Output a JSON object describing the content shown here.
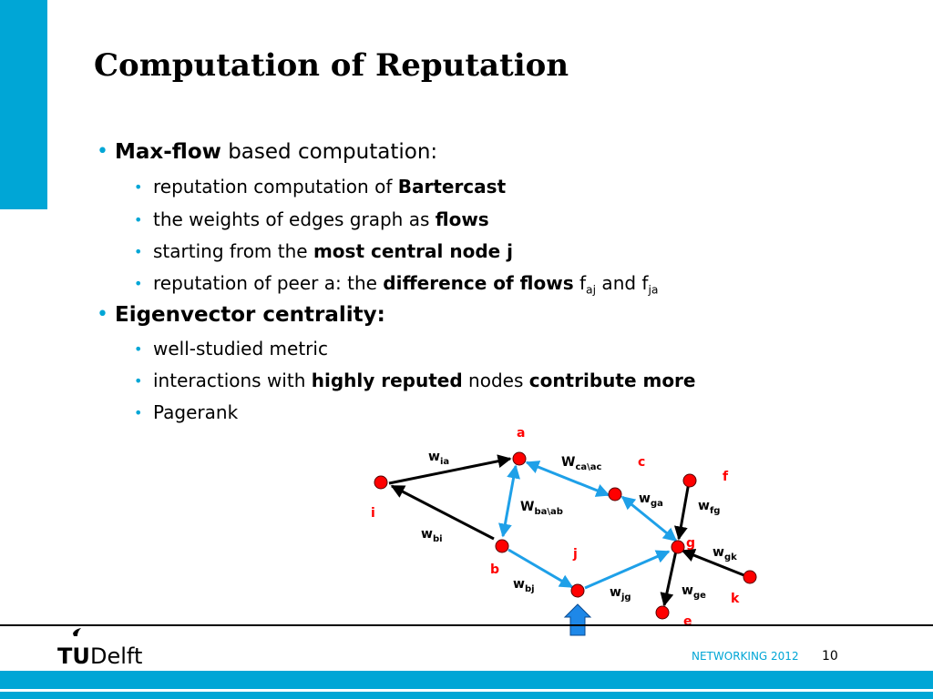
{
  "slide": {
    "title": "Computation of Reputation",
    "page_number": "10",
    "conference": "NETWORKING 2012",
    "logo": {
      "text_tu": "TU",
      "text_delft": "Delft"
    }
  },
  "bullets": {
    "b1": {
      "bold": "Max-flow",
      "rest": " based computation:"
    },
    "b1_1": {
      "pre": "reputation computation of ",
      "bold": "Bartercast"
    },
    "b1_2": {
      "pre": "the weights of edges graph as ",
      "bold": "flows"
    },
    "b1_3": {
      "pre": "starting from the ",
      "bold": "most central node j"
    },
    "b1_4": {
      "pre": "reputation of peer a: the ",
      "bold": "difference of flows",
      "f1": " f",
      "s1": "aj",
      "and": " and f",
      "s2": "ja"
    },
    "b2": {
      "bold": "Eigenvector centrality:"
    },
    "b2_1": {
      "pre": "well-studied metric"
    },
    "b2_2": {
      "pre": "interactions with ",
      "bold": "highly reputed",
      "mid": " nodes  ",
      "bold2": "contribute more"
    },
    "b2_3": {
      "pre": "Pagerank"
    }
  },
  "graph": {
    "nodes": {
      "a": "a",
      "b": "b",
      "c": "c",
      "e": "e",
      "f": "f",
      "g": "g",
      "i": "i",
      "j": "j",
      "k": "k"
    },
    "weights": {
      "ia": {
        "w": "w",
        "sub": "ia"
      },
      "ca_ac": {
        "w": "W",
        "sub": "ca\\ac"
      },
      "ba_ab": {
        "w": "W",
        "sub": "ba\\ab"
      },
      "ga": {
        "w": "w",
        "sub": "ga"
      },
      "fg": {
        "w": "w",
        "sub": "fg"
      },
      "bi": {
        "w": "w",
        "sub": "bi"
      },
      "gk": {
        "w": "w",
        "sub": "gk"
      },
      "bj": {
        "w": "w",
        "sub": "bj"
      },
      "jg": {
        "w": "w",
        "sub": "jg"
      },
      "ge": {
        "w": "w",
        "sub": "ge"
      }
    },
    "colors": {
      "node": "#ff0000",
      "blue_edge": "#1ea0e8",
      "black_edge": "#000000",
      "label": "#ff0000"
    }
  }
}
